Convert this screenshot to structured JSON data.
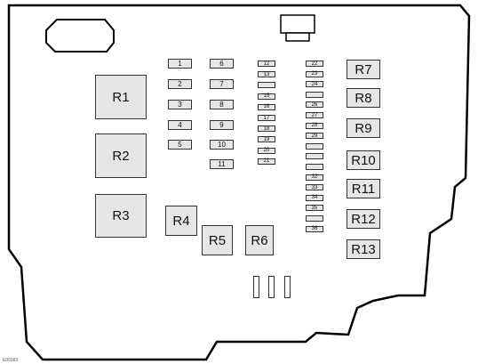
{
  "diagram": {
    "large_relays": [
      "R1",
      "R2",
      "R3"
    ],
    "mid_relays": [
      "R4",
      "R5",
      "R6"
    ],
    "side_relays": [
      "R7",
      "R8",
      "R9",
      "R10",
      "R11",
      "R12",
      "R13"
    ],
    "fuse_col1": [
      "1",
      "2",
      "3",
      "4",
      "5"
    ],
    "fuse_col2": [
      "6",
      "7",
      "8",
      "9",
      "10",
      "11"
    ],
    "mini_col1": [
      "12",
      "13",
      "",
      "15",
      "16",
      "17",
      "18",
      "19",
      "20",
      "21"
    ],
    "mini_col2": [
      "22",
      "23",
      "24",
      "",
      "26",
      "27",
      "28",
      "29",
      "",
      "",
      "",
      "32",
      "33",
      "34",
      "35",
      "",
      "36"
    ],
    "corner_code": "E00183"
  }
}
